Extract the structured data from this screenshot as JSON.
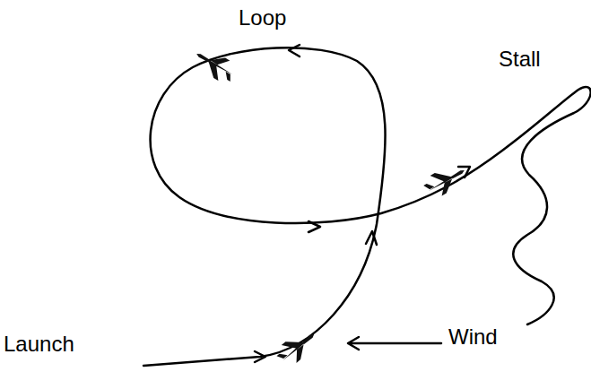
{
  "diagram": {
    "labels": [
      "Loop",
      "Stall",
      "Launch",
      "Wind"
    ]
  }
}
